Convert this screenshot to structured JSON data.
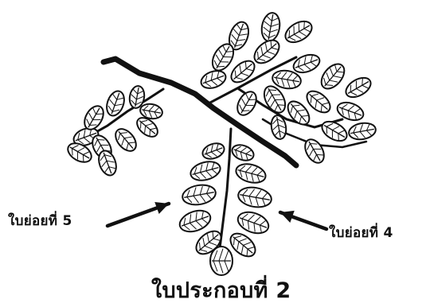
{
  "labels": {
    "left": "ใบย่อยที่ 5",
    "right": "ใบย่อยที่ 4",
    "caption": "ใบประกอบที่ 2"
  },
  "colors": {
    "ink": "#111111",
    "leaf_fill": "#ffffff"
  }
}
